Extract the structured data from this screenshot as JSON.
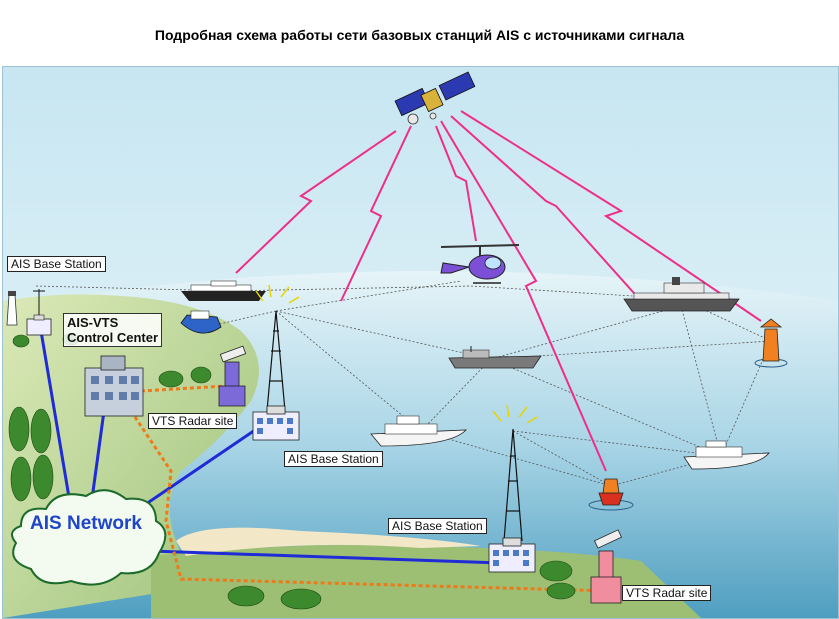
{
  "title": "Подробная схема работы сети базовых станций AIS с источниками сигнала",
  "labels": {
    "base_station_1": "AIS Base Station",
    "base_station_2": "AIS Base Station",
    "base_station_3": "AIS Base Station",
    "control_center_line1": "AIS-VTS",
    "control_center_line2": "Control Center",
    "radar_site_1": "VTS Radar site",
    "radar_site_2": "VTS Radar site",
    "network": "AIS Network"
  },
  "colors": {
    "sea": "#b7dde9",
    "sky": "#dff1f8",
    "land": "#c8dca0",
    "radio_link": "#ee2e88",
    "network_link": "#1f2bd6",
    "radar_link": "#ee7a1a",
    "cloud_text": "#1f45c8"
  },
  "icons": [
    "satellite-icon",
    "helicopter-icon",
    "ship-icon",
    "buoy-icon",
    "antenna-tower-icon",
    "lighthouse-icon",
    "radar-icon",
    "tree-icon",
    "cloud-icon",
    "building-icon"
  ]
}
